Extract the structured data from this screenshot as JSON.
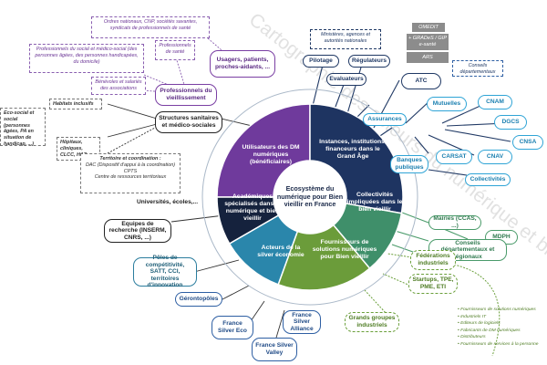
{
  "title": "Cartographie des acteurs du numérique et bien vieillir",
  "center": "Ecosystème du numérique pour Bien vieillir en France",
  "segments": [
    {
      "label": "Utilisateurs des DM numériques (bénéficiaires)",
      "color": "#6f3a9c"
    },
    {
      "label": "Instances, institutions, financeurs dans le Grand Âge",
      "color": "#1e3461"
    },
    {
      "label": "Collectivités impliquées dans le bien vieillir",
      "color": "#3f8f6a"
    },
    {
      "label": "Fournisseurs de solutions numériques pour Bien vieillir",
      "color": "#6b9c3a"
    },
    {
      "label": "Acteurs de la silver économie",
      "color": "#2a86ab"
    },
    {
      "label": "Académiques spécialisés dans le numérique et bien vieillir",
      "color": "#15223d"
    }
  ],
  "left": {
    "ordres": "Ordres nationaux, CNP, sociétés savantes, syndicats de professionnels de santé",
    "pros_medico": "Professionnels du social et médico-social (des personnes âgées, des personnes handicapées, du domicile)",
    "pros_sante": "Professionnels de santé",
    "benevoles": "Bénévoles et salariés des associations",
    "usagers": "Usagers, patients, proches-aidants, ...",
    "pros_vieil": "Professionnels du vieillissement",
    "habitats": "Habitats inclusifs",
    "eco_social": "Eco-social et social (personnes âgées, PA en situation de handicap, ...)",
    "hopitaux": "Hôpitaux, cliniques, CLCC, HAD",
    "structures": "Structures sanitaires et médico-sociales",
    "territoire_title": "Territoire et coordination :",
    "territoire_items": [
      "DAC (Dispositif d'appui à la coordination)",
      "CPTS",
      "Centre de ressources territoriaux"
    ],
    "universites": "Universités, écoles,...",
    "equipes": "Equipes de recherche (INSERM, CNRS, ...)",
    "poles": "Pôles de compétitivité, SATT, CCI, territoires d'innovation",
    "gerontopoles": "Gérontopôles",
    "fs_eco": "France Silver Eco",
    "fs_valley": "France Silver Valley",
    "fs_alliance": "France Silver Alliance"
  },
  "right": {
    "ministeres": "Ministères, agences et autorités nationales",
    "pilotage": "Pilotage",
    "regulateurs": "Régulateurs",
    "evaluateurs": "Evaluateurs",
    "omedit": "OMEDIT",
    "grades": "+ GRADeS / GIP e-santé",
    "ars": "ARS",
    "conseils_dep": "Conseils départementaux",
    "atc": "ATC",
    "assurances": "Assurances",
    "mutuelles": "Mutuelles",
    "cnam": "CNAM",
    "dgcs": "DGCS",
    "cnsa": "CNSA",
    "banques": "Banques publiques",
    "carsat": "CARSAT",
    "cnav": "CNAV",
    "collectivites": "Collectivités",
    "mairies": "Mairies (CCAS, ...)",
    "mdph": "MDPH",
    "conseils_dep_reg": "Conseils départementaux et régionaux",
    "federations": "Fédérations industriels",
    "startups": "Startups, TPE, PME, ETI",
    "grands_groupes": "Grands groupes industriels"
  },
  "legend": [
    "Fournisseurs de solutions numériques",
    "Industriels IT",
    "Editeurs de logiciels",
    "Fabricants de DM numériques",
    "Distributeurs",
    "Fournisseurs de services à la personne"
  ]
}
